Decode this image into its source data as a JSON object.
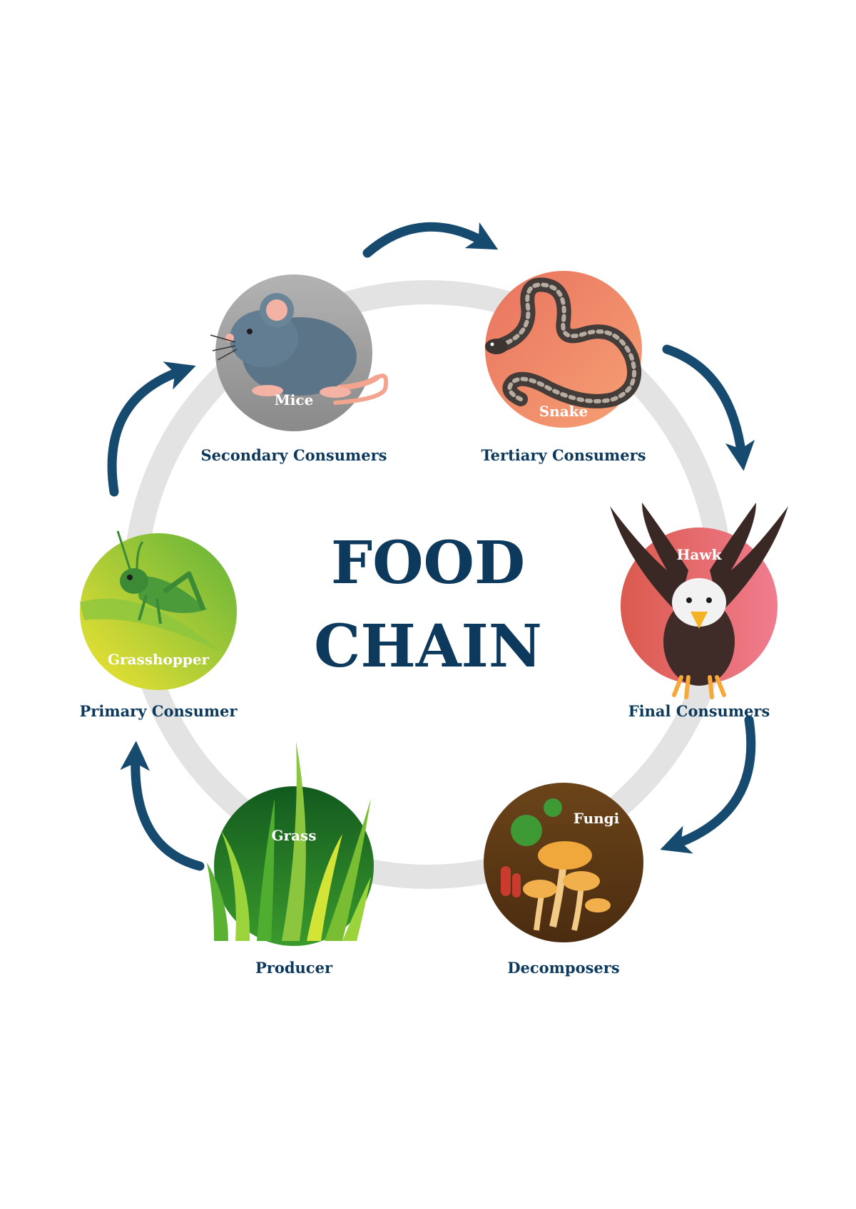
{
  "title": {
    "line1": "FOOD",
    "line2": "CHAIN"
  },
  "nodes": [
    {
      "id": "mice",
      "name": "Mice",
      "role": "Secondary Consumers",
      "icon": "mouse-icon"
    },
    {
      "id": "snake",
      "name": "Snake",
      "role": "Tertiary Consumers",
      "icon": "snake-icon"
    },
    {
      "id": "hawk",
      "name": "Hawk",
      "role": "Final Consumers",
      "icon": "hawk-icon"
    },
    {
      "id": "fungi",
      "name": "Fungi",
      "role": "Decomposers",
      "icon": "mushroom-icon"
    },
    {
      "id": "grass",
      "name": "Grass",
      "role": "Producer",
      "icon": "grass-icon"
    },
    {
      "id": "grasshopper",
      "name": "Grasshopper",
      "role": "Primary Consumer",
      "icon": "grasshopper-icon"
    }
  ],
  "colors": {
    "title": "#0d3a5c",
    "arrow": "#164a6e",
    "ring": "#e3e3e3",
    "mice": "#9d9d9d",
    "snake": "#ee8466",
    "hawk": "#e5656a",
    "fungi": "#5e3a16",
    "grass": "#1e7a2b",
    "grasshopper": "#9acb2c"
  }
}
